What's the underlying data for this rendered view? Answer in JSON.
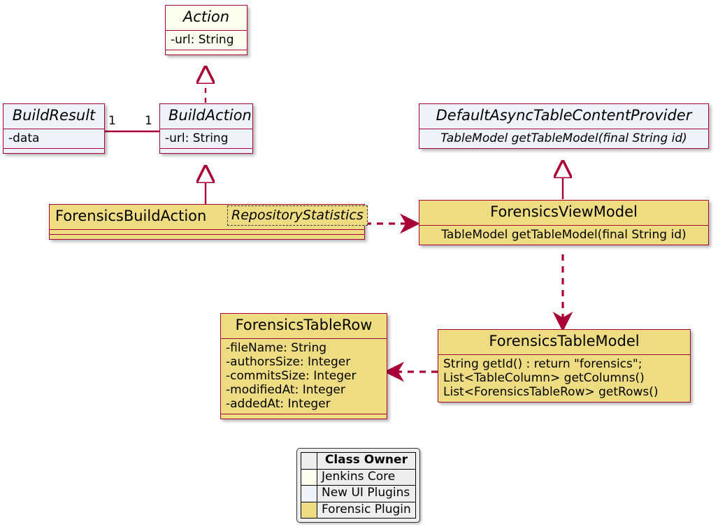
{
  "diagram": {
    "kind": "uml-class-diagram",
    "background": "#FFFFFF",
    "line_color": "#A80036",
    "classes": [
      {
        "id": "action",
        "name": "Action",
        "abstract": true,
        "owner": "Jenkins Core",
        "fill": "#FEFEEE",
        "attributes": [
          "-url: String"
        ],
        "methods": [],
        "empty_compartment": true
      },
      {
        "id": "build-result",
        "name": "BuildResult",
        "abstract": true,
        "owner": "New UI Plugins",
        "fill": "#EEF2FA",
        "attributes": [
          "-data"
        ],
        "methods": [],
        "empty_compartment": true
      },
      {
        "id": "build-action",
        "name": "BuildAction",
        "abstract": true,
        "owner": "New UI Plugins",
        "fill": "#EEF2FA",
        "attributes": [
          "-url: String"
        ],
        "methods": [],
        "empty_compartment": true
      },
      {
        "id": "default-async-table-content-provider",
        "name": "DefaultAsyncTableContentProvider",
        "abstract": true,
        "owner": "New UI Plugins",
        "fill": "#EEF2FA",
        "attributes": [],
        "methods": [
          "TableModel getTableModel(final String id)"
        ],
        "empty_compartment": false
      },
      {
        "id": "forensics-build-action",
        "name": "ForensicsBuildAction",
        "abstract": false,
        "owner": "Forensic Plugin",
        "fill": "#EEDC82",
        "attributes": [],
        "methods": [],
        "empty_compartment": true,
        "second_empty_compartment": true
      },
      {
        "id": "forensics-view-model",
        "name": "ForensicsViewModel",
        "abstract": false,
        "owner": "Forensic Plugin",
        "fill": "#EEDC82",
        "attributes": [],
        "methods": [
          "TableModel getTableModel(final String id)"
        ],
        "empty_compartment": false
      },
      {
        "id": "forensics-table-model",
        "name": "ForensicsTableModel",
        "abstract": false,
        "owner": "Forensic Plugin",
        "fill": "#EEDC82",
        "attributes": [],
        "methods": [
          "String getId() : return \"forensics\";",
          "List<TableColumn> getColumns()",
          "List<ForensicsTableRow> getRows()"
        ],
        "empty_compartment": false
      },
      {
        "id": "forensics-table-row",
        "name": "ForensicsTableRow",
        "abstract": false,
        "owner": "Forensic Plugin",
        "fill": "#EEDC82",
        "attributes": [
          "-fileName: String",
          "-authorsSize: Integer",
          "-commitsSize: Integer",
          "-modifiedAt: Integer",
          "-addedAt: Integer"
        ],
        "methods": [],
        "empty_compartment": true
      }
    ],
    "stereotype_note": {
      "id": "repository-statistics",
      "label": "RepositoryStatistics"
    },
    "multiplicities": [
      {
        "id": "build-result-end",
        "label": "1"
      },
      {
        "id": "build-action-end",
        "label": "1"
      }
    ],
    "relations": [
      {
        "id": "build-action-realizes-action",
        "type": "realization",
        "from": "BuildAction",
        "to": "Action",
        "style": "dashed",
        "head": "hollow-triangle"
      },
      {
        "id": "build-result-assoc-build-action",
        "type": "association",
        "from": "BuildResult",
        "to": "BuildAction",
        "style": "solid",
        "head": "none",
        "from_multiplicity": "1",
        "to_multiplicity": "1"
      },
      {
        "id": "forensics-build-action-extends-build-action",
        "type": "inheritance",
        "from": "ForensicsBuildAction",
        "to": "BuildAction",
        "style": "solid",
        "head": "hollow-triangle"
      },
      {
        "id": "forensics-build-action-uses-forensics-view-model",
        "type": "dependency",
        "from": "ForensicsBuildAction",
        "to": "ForensicsViewModel",
        "style": "dashed",
        "head": "open-arrow"
      },
      {
        "id": "forensics-view-model-extends-provider",
        "type": "inheritance",
        "from": "ForensicsViewModel",
        "to": "DefaultAsyncTableContentProvider",
        "style": "solid",
        "head": "hollow-triangle"
      },
      {
        "id": "forensics-view-model-uses-forensics-table-model",
        "type": "dependency",
        "from": "ForensicsViewModel",
        "to": "ForensicsTableModel",
        "style": "dashed",
        "head": "open-arrow"
      },
      {
        "id": "forensics-table-model-uses-forensics-table-row",
        "type": "dependency",
        "from": "ForensicsTableModel",
        "to": "ForensicsTableRow",
        "style": "dashed",
        "head": "open-arrow"
      }
    ]
  },
  "legend": {
    "header": "Class Owner",
    "rows": [
      {
        "label": "Jenkins Core",
        "color": "#FEFEEE"
      },
      {
        "label": "New UI Plugins",
        "color": "#EEF2FA"
      },
      {
        "label": "Forensic Plugin",
        "color": "#EEDC82"
      }
    ]
  }
}
